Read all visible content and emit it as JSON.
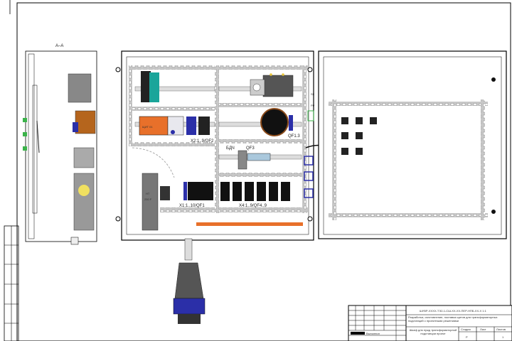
{
  "drawing": {
    "section_label": "А–А",
    "labels": {
      "x2": "X2:1..9/QF2",
      "qf13": "QF1.3",
      "bdch": "БДЧ",
      "qf3": "QF3",
      "x1": "X1:1..10/QF1",
      "x4": "X4:1..9/QF4..9",
      "nt": "НТ",
      "nt_sub": "250 F",
      "device": "ЩИТ 01",
      "sk": "SK",
      "pp": "PP"
    }
  },
  "title_block": {
    "code": "ШУВР-ХХХХ-ТЭ2-1-СШ-ХХ-ХХ-ПЕР-НПБ-ХХ-Х 1:1",
    "description": "Разработка, изготовление, поставка щитов для трансформаторных подстанций с проектными решениями",
    "name": "Шкаф для нужд трансформаторной подстанции проект",
    "stage_label": "Стадия",
    "sheet_label": "Лист",
    "sheets_label": "Листов",
    "stage_value": "Р",
    "sheets_value": "1",
    "signed": "Выполнил"
  },
  "colors": {
    "orange": "#e8702a",
    "teal": "#1aa59a",
    "blue": "#2b2fa8",
    "green": "#3bb34a",
    "rail": "#c8c8c8"
  }
}
